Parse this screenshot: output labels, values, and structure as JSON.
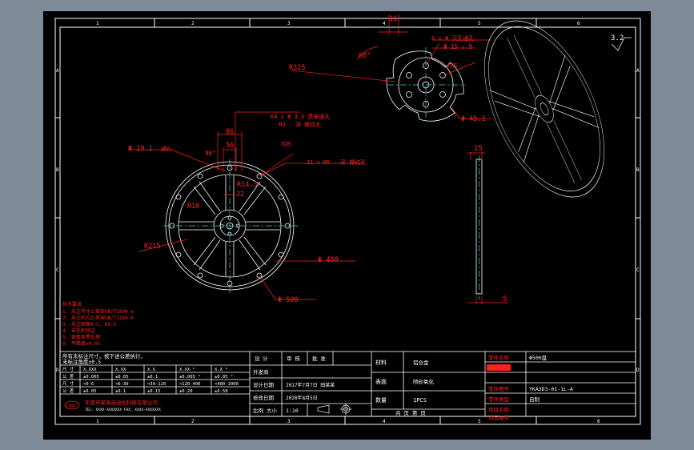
{
  "colors": {
    "sheet_background": "#000000",
    "viewport_background": "#7e8a98",
    "geometry": "#ffffff",
    "dimension": "#ff2020",
    "centerline": "#3ad0d0"
  },
  "border_zones": {
    "top": [
      "1",
      "2",
      "3",
      "4",
      "5",
      "6"
    ],
    "bottom": [
      "1",
      "2",
      "3",
      "4",
      "5",
      "6"
    ],
    "left": [
      "A",
      "B",
      "C",
      "D"
    ],
    "right": [
      "A",
      "B",
      "C",
      "D"
    ]
  },
  "roughness": "3.2",
  "dimensions": {
    "small_gear": {
      "thickness_top": "11",
      "angle": "60°",
      "radius": "R325",
      "holes_note": "6 x Φ  沉孔通孔",
      "counterbore": "Φ 15 ↓ 9",
      "label_right": "均布",
      "diameter": "Φ 45.1"
    },
    "main_wheel": {
      "holes_note": "64 x Φ  3.3 贯穿通孔",
      "holes_note_2": "M3 - 深 螺纹孔",
      "dim_86": "86",
      "dim_56": "56",
      "hole_dia": "Φ 19.1",
      "hole_dia_label": "通孔",
      "angle_deg": "90°",
      "r143": "R14.3",
      "dim_22": "22",
      "r10": "R10",
      "r215": "R215",
      "note_right": "11 x M5 - 深 螺纹孔",
      "label_center": "均布",
      "dia_480": "Φ 480",
      "dia_500": "Φ 500"
    },
    "side_view": {
      "thickness": "15",
      "bottom": "5"
    }
  },
  "tech_notes": {
    "title": "技术要求",
    "lines": [
      "1. 未注尺寸公差按GB/T1804-m",
      "2. 未注形位公差按GB/T1184-K",
      "3. 未注倒角0.5, R0.5",
      "4. 去毛刺锐边",
      "5. 表面发黑处理",
      "6. 平面度≤0.05"
    ]
  },
  "title_block": {
    "tolerance_header_1": "所有未标注尺寸，按下述公差执行，",
    "tolerance_header_2": "未标注角度±0.5",
    "tolerance_table": {
      "headers": [
        "尺 寸",
        "X.XXX",
        "X.XX",
        "X.X",
        "X.XX °",
        "X.X °"
      ],
      "rows": [
        [
          "公 差",
          "±0.005",
          "±0.05",
          "±0.1",
          "±0.005 °",
          "±0.05 °"
        ],
        [
          "尺 寸",
          "<0-6",
          "<6-30",
          "<30-120",
          "<120-400",
          "<400-1000"
        ],
        [
          "公 差",
          "±0.05",
          "±0.1",
          "±0.15",
          "±0.20",
          "±0.50"
        ]
      ]
    },
    "company": "东莞市某某自动化科技有限公司",
    "company_sub": "TEL: XXXX-XXXXXXX  FAX: XXXX-XXXXXXX",
    "col_headers": [
      "设 计",
      "审 核",
      "批 准"
    ],
    "rows_left": [
      {
        "label": "外发商",
        "value": ""
      },
      {
        "label": "设计日期",
        "value": "2017年7月7日  田某某"
      },
      {
        "label": "修改日期",
        "value": "2020年8月5日"
      },
      {
        "label": "比例 大小",
        "value": "1:10"
      }
    ],
    "material_label": "材料",
    "material_value": "铝合金",
    "surface_label": "表面",
    "surface_value": "喷砂氧化",
    "qty_label": "数量",
    "qty_value": "1PCS",
    "sheet_info": "共 页  第 页",
    "right_rows": [
      {
        "label": "零件名称",
        "value": "Φ500盘"
      },
      {
        "label": "",
        "value": ""
      },
      {
        "label": "零件图号",
        "value": "YKA3D3-01-1L-A"
      },
      {
        "label": "零件类型",
        "value": "自制"
      },
      {
        "label": "项目名称",
        "value": ""
      },
      {
        "label": "项目编号",
        "value": ""
      }
    ]
  }
}
